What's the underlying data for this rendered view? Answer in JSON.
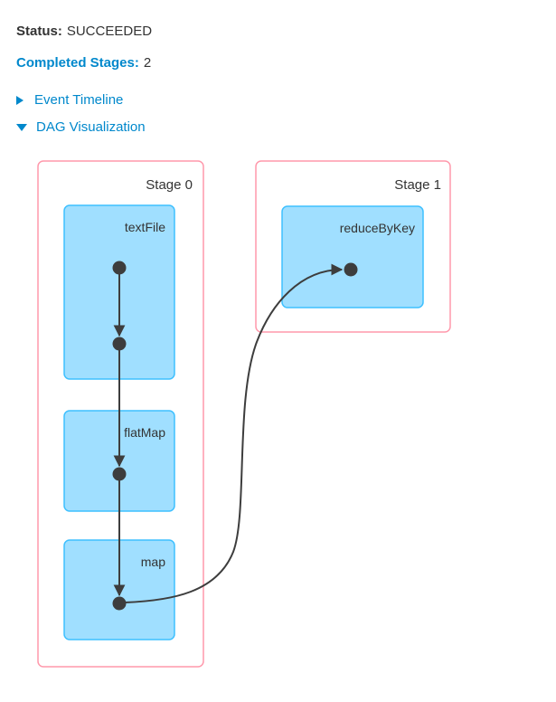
{
  "header": {
    "status_label": "Status:",
    "status_value": "SUCCEEDED",
    "completed_stages_label": "Completed Stages:",
    "completed_stages_value": "2"
  },
  "toggles": {
    "event_timeline_label": "Event Timeline",
    "dag_visualization_label": "DAG Visualization"
  },
  "dag": {
    "stage0": {
      "label": "Stage 0",
      "node0": "textFile",
      "node1": "flatMap",
      "node2": "map"
    },
    "stage1": {
      "label": "Stage 1",
      "node0": "reduceByKey"
    },
    "edges": [
      "textFile-rdd0 -> textFile-rdd1",
      "textFile-rdd1 -> flatMap-rdd",
      "flatMap-rdd -> map-rdd",
      "map-rdd -> reduceByKey-rdd"
    ]
  },
  "colors": {
    "link_blue": "#0088cc",
    "text_dark": "#333333",
    "stage_border_pink": "#ff99ac",
    "node_fill_blue": "#a0dfff",
    "node_border_blue": "#3ec0ff",
    "edge_gray": "#3d3d3d",
    "background": "#ffffff"
  }
}
